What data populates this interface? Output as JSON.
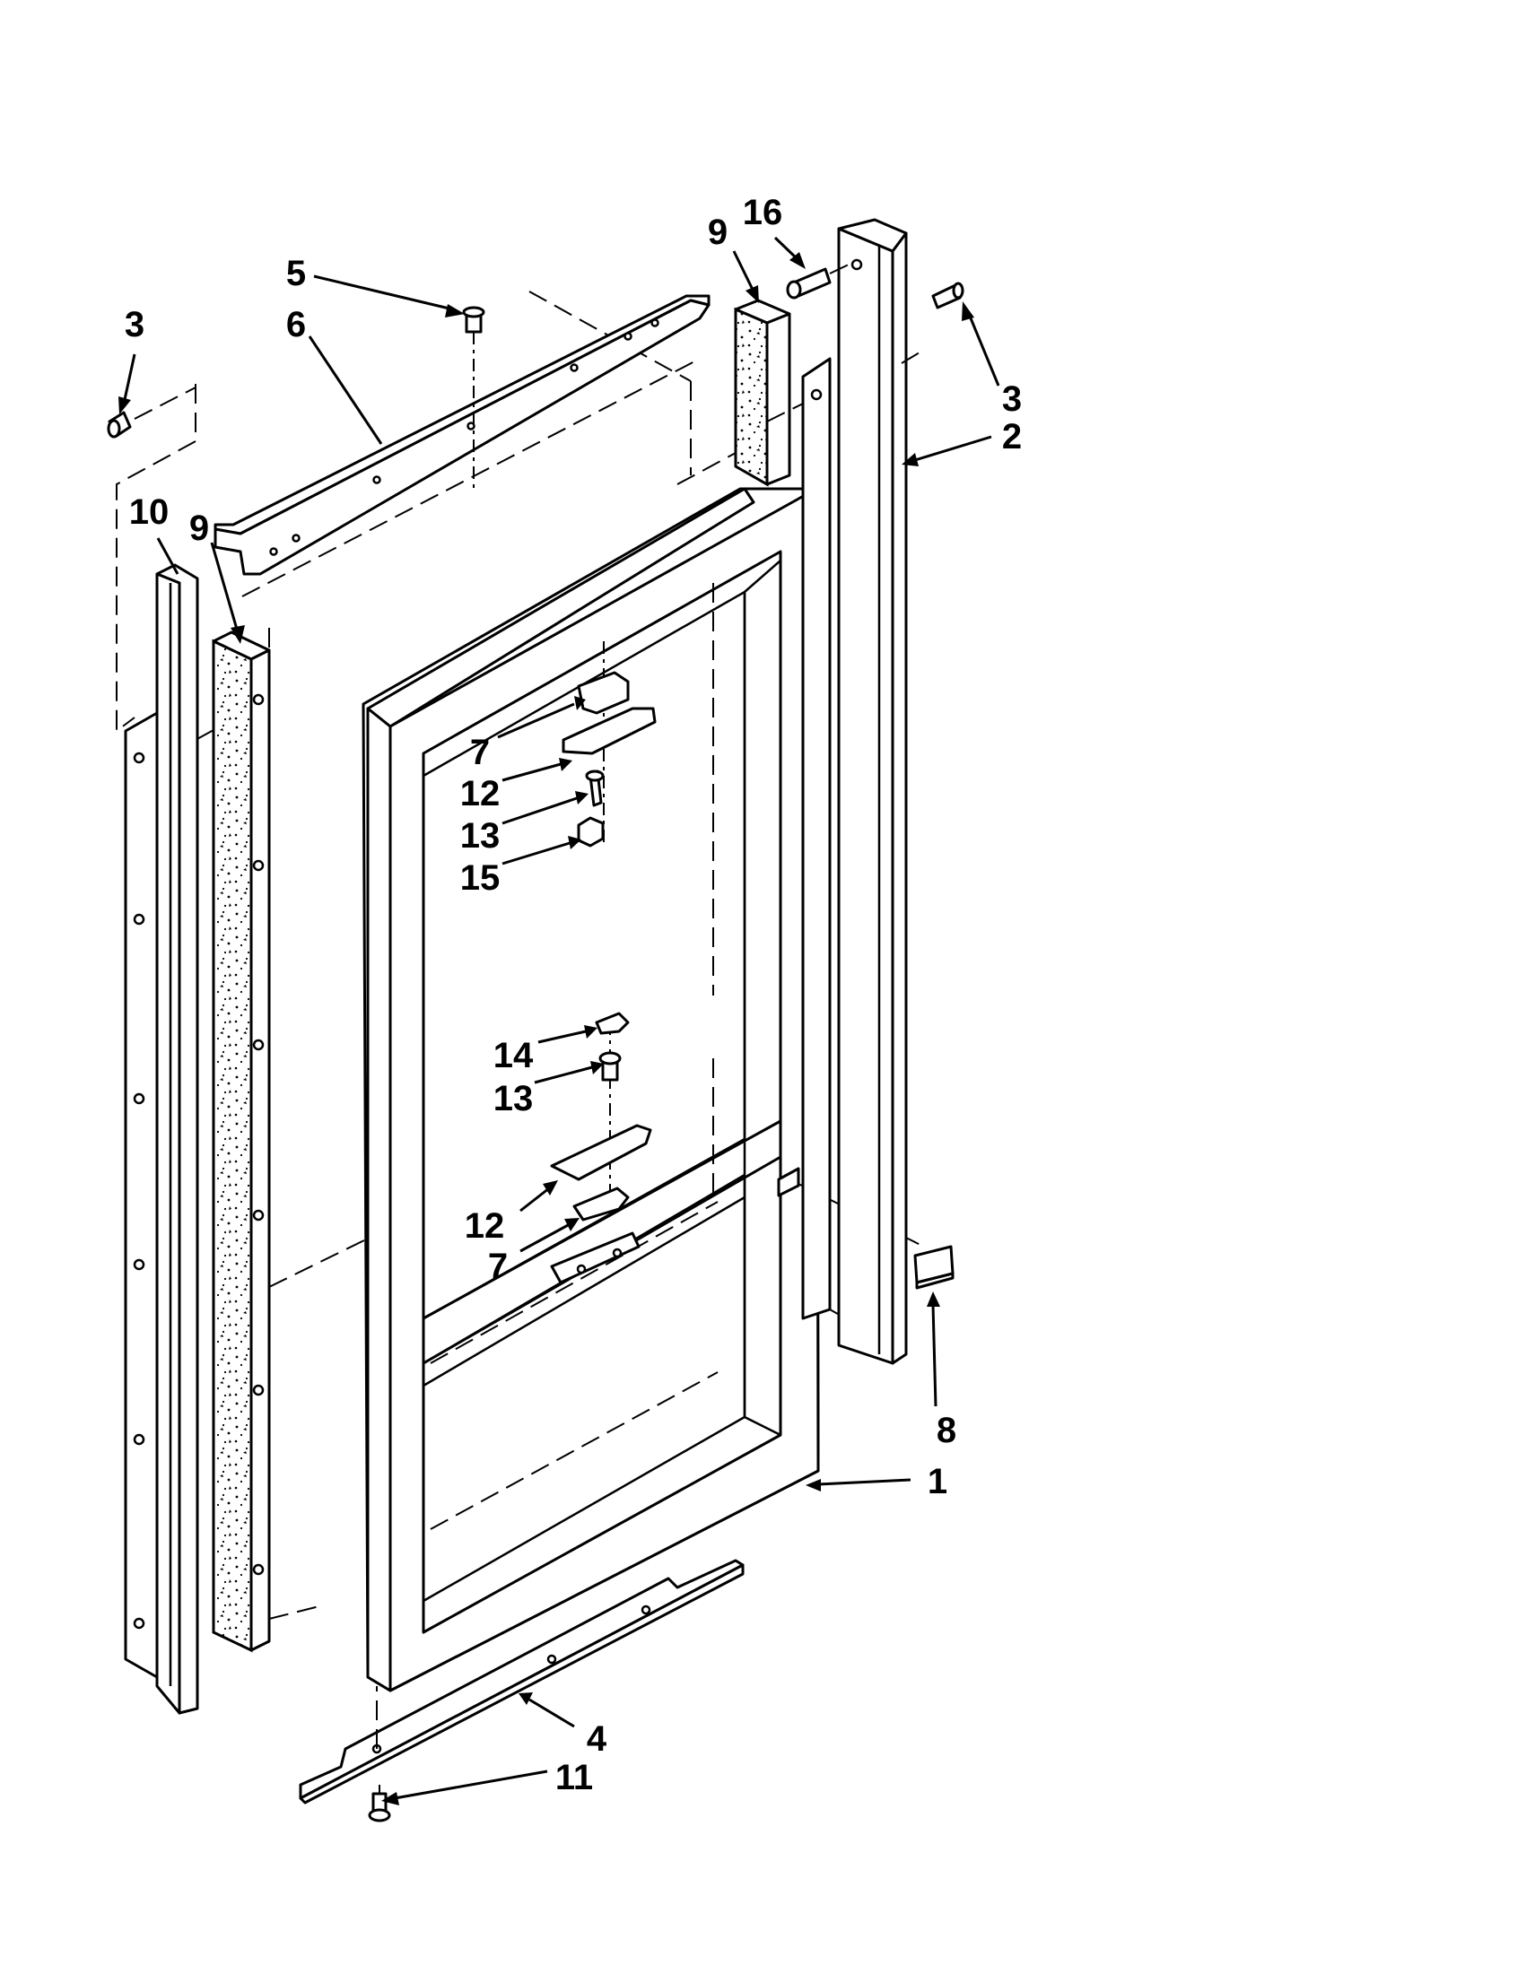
{
  "diagram": {
    "callouts": [
      {
        "id": "c3-left",
        "label": "3"
      },
      {
        "id": "c5",
        "label": "5"
      },
      {
        "id": "c6",
        "label": "6"
      },
      {
        "id": "c9-right",
        "label": "9"
      },
      {
        "id": "c16",
        "label": "16"
      },
      {
        "id": "c3-right",
        "label": "3"
      },
      {
        "id": "c2",
        "label": "2"
      },
      {
        "id": "c10",
        "label": "10"
      },
      {
        "id": "c9-left",
        "label": "9"
      },
      {
        "id": "c7-top",
        "label": "7"
      },
      {
        "id": "c12-top",
        "label": "12"
      },
      {
        "id": "c13-top",
        "label": "13"
      },
      {
        "id": "c15",
        "label": "15"
      },
      {
        "id": "c14",
        "label": "14"
      },
      {
        "id": "c13-mid",
        "label": "13"
      },
      {
        "id": "c12-bottom",
        "label": "12"
      },
      {
        "id": "c7-bottom",
        "label": "7"
      },
      {
        "id": "c8",
        "label": "8"
      },
      {
        "id": "c1",
        "label": "1"
      },
      {
        "id": "c4",
        "label": "4"
      },
      {
        "id": "c11",
        "label": "11"
      }
    ]
  }
}
